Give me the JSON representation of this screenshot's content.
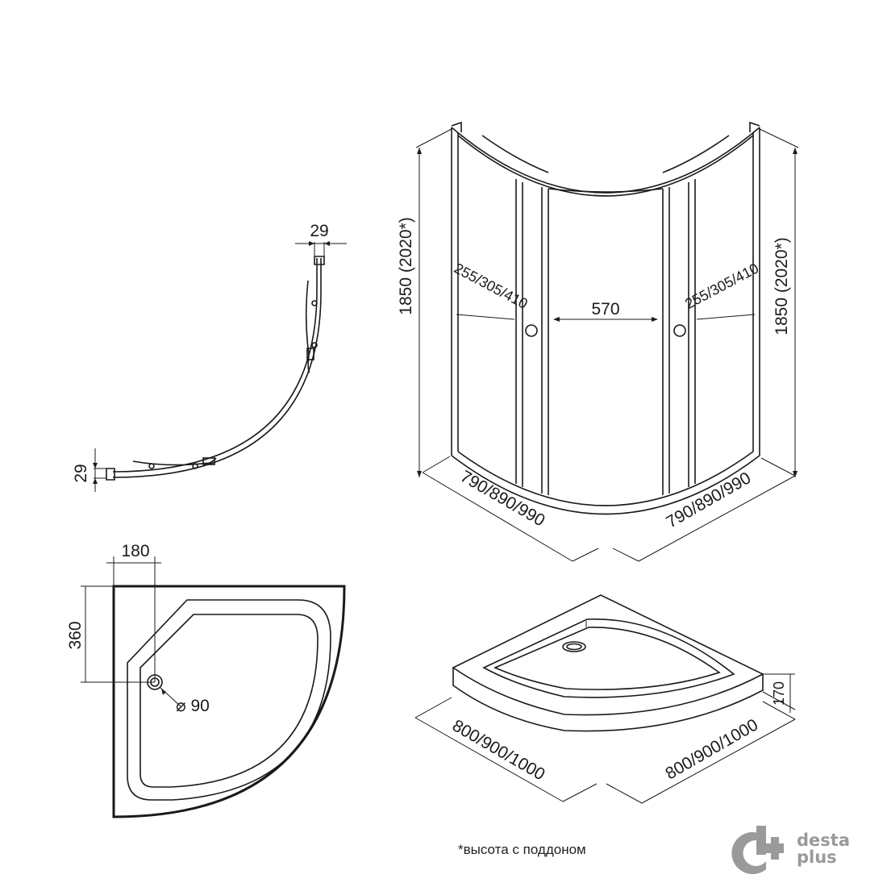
{
  "plan_view": {
    "top_offset": "29",
    "side_offset": "29"
  },
  "cabin_view": {
    "height_left": "1850  (2020*)",
    "height_right": "1850  (2020*)",
    "door_width_left": "255/305/410",
    "door_width_right": "255/305/410",
    "opening_width": "570",
    "base_left": "790/890/990",
    "base_right": "790/890/990"
  },
  "tray_plan": {
    "drain_offset_x": "180",
    "drain_offset_y": "360",
    "drain_diameter": "⌀ 90"
  },
  "tray_view": {
    "height": "170",
    "base_left": "800/900/1000",
    "base_right": "800/900/1000"
  },
  "footnote": "*высота с поддоном",
  "logo": {
    "line1": "desta",
    "line2": "plus",
    "color": "#9a9a9a"
  }
}
